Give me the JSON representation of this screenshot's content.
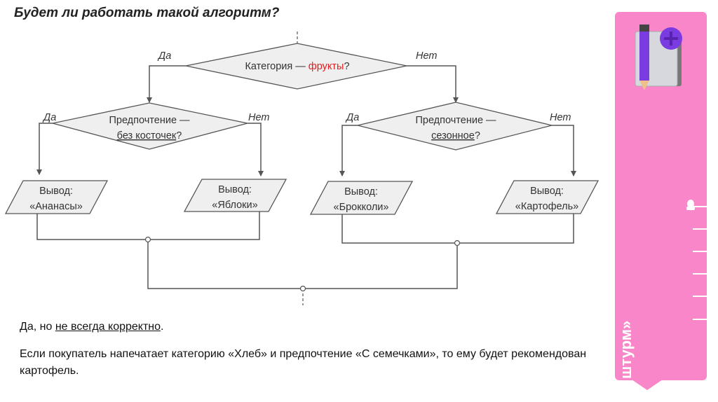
{
  "title": "Будет ли работать такой алгоритм?",
  "flowchart": {
    "root": {
      "text_before": "Категория — ",
      "text_highlight": "фрукты",
      "text_after": "?",
      "highlight_color": "#e02020"
    },
    "yes_label": "Да",
    "no_label": "Нет",
    "left_decision": {
      "line1": "Предпочтение —",
      "underlined": "без косточек",
      "suffix": "?"
    },
    "right_decision": {
      "line1": "Предпочтение —",
      "underlined": "сезонное",
      "suffix": "?"
    },
    "outputs": [
      {
        "label": "Вывод:",
        "value": "«Ананасы»"
      },
      {
        "label": "Вывод:",
        "value": "«Яблоки»"
      },
      {
        "label": "Вывод:",
        "value": "«Брокколи»"
      },
      {
        "label": "Вывод:",
        "value": "«Картофель»"
      }
    ]
  },
  "answer": {
    "prefix": "Да, но ",
    "underlined": "не всегда корректно",
    "suffix": "."
  },
  "explanation": "Если покупатель напечатает категорию «Хлеб» и предпочтение «С семечками», то ему будет рекомендован картофель.",
  "side_panel": {
    "title": "«Мозговой штурм»",
    "color": "#f986c9",
    "icon": "notebook-pencil-plus-icon",
    "marker_icon": "robot-icon"
  }
}
